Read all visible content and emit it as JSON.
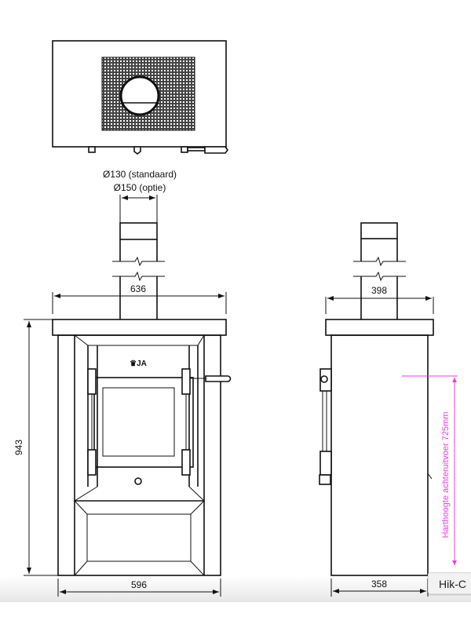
{
  "drawing": {
    "flue_standard": "Ø130 (standaard)",
    "flue_option": "Ø150 (optie)",
    "front_top_width": "636",
    "front_height": "943",
    "front_bottom_width": "596",
    "side_top_depth": "398",
    "side_bottom_depth": "358",
    "rear_outlet_height": "Harthoogte achteruitvoer 725mm",
    "accent_color": "#e83be8"
  },
  "tooltip": {
    "label": "Hik-C"
  }
}
